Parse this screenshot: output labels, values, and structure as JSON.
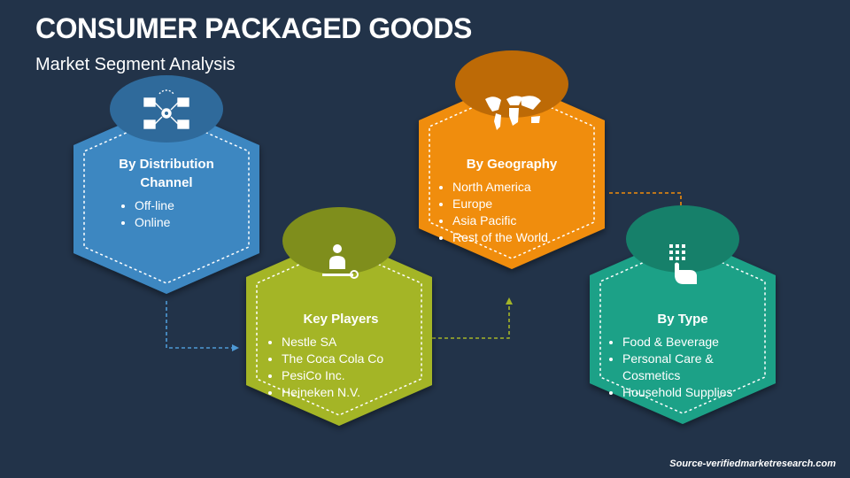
{
  "header": {
    "title": "CONSUMER PACKAGED GOODS",
    "subtitle": "Market Segment Analysis"
  },
  "segments": [
    {
      "title": "By Distribution Channel",
      "items": [
        "Off-line",
        "Online"
      ],
      "color": "#3d87c1",
      "cap_color": "#2f6a9b",
      "icon": "distribution-network-icon"
    },
    {
      "title": "Key Players",
      "items": [
        "Nestle SA",
        "The Coca Cola Co",
        "PesiCo Inc.",
        "Heineken N.V."
      ],
      "color": "#a4b528",
      "cap_color": "#7f8e1c",
      "icon": "businessman-key-icon"
    },
    {
      "title": "By Geography",
      "items": [
        "North America",
        "Europe",
        "Asia Pacific",
        "Rest of the World"
      ],
      "color": "#f08d0c",
      "cap_color": "#bd6a06",
      "icon": "world-map-icon"
    },
    {
      "title": "By Type",
      "items": [
        "Food & Beverage",
        "Personal Care & Cosmetics",
        "Household Supplies"
      ],
      "color": "#1ea187",
      "cap_color": "#16806a",
      "icon": "keypad-hand-icon"
    }
  ],
  "footer": {
    "source": "Source-verifiedmarketresearch.com"
  },
  "colors": {
    "background": "#223349",
    "connector": "#4e9ad6"
  }
}
